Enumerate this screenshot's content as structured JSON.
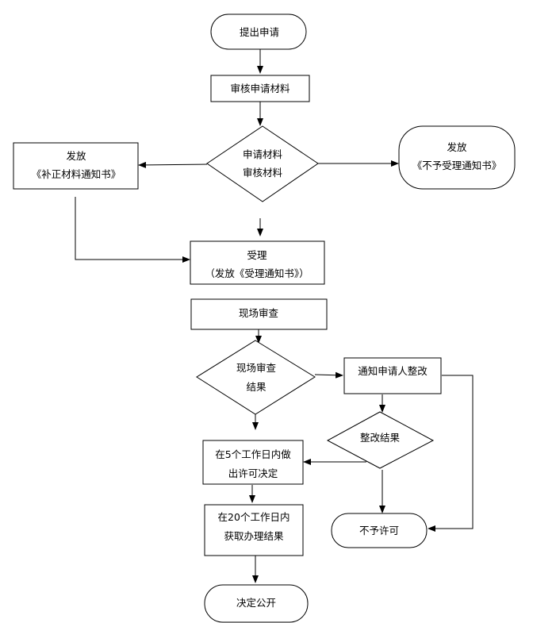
{
  "nodes": {
    "submit": {
      "lines": [
        "提出申请"
      ]
    },
    "review_materials": {
      "lines": [
        "审核申请材料"
      ]
    },
    "decision_materials": {
      "lines": [
        "申请材料",
        "审核材料"
      ]
    },
    "issue_supplement": {
      "lines": [
        "发放",
        "《补正材料通知书》"
      ]
    },
    "issue_reject": {
      "lines": [
        "发放",
        "《不予受理通知书》"
      ]
    },
    "accept": {
      "lines": [
        "受理",
        "（发放《受理通知书》）"
      ]
    },
    "site_inspection": {
      "lines": [
        "现场审查"
      ]
    },
    "decision_inspection": {
      "lines": [
        "现场审查",
        "结果"
      ]
    },
    "notify_rectify": {
      "lines": [
        "通知申请人整改"
      ]
    },
    "decision_rectify": {
      "lines": [
        "整改结果"
      ]
    },
    "decide_5days": {
      "lines": [
        "在5个工作日内做",
        "出许可决定"
      ]
    },
    "obtain_20days": {
      "lines": [
        "在20个工作日内",
        "获取办理结果"
      ]
    },
    "no_permit": {
      "lines": [
        "不予许可"
      ]
    },
    "publish": {
      "lines": [
        "决定公开"
      ]
    }
  }
}
